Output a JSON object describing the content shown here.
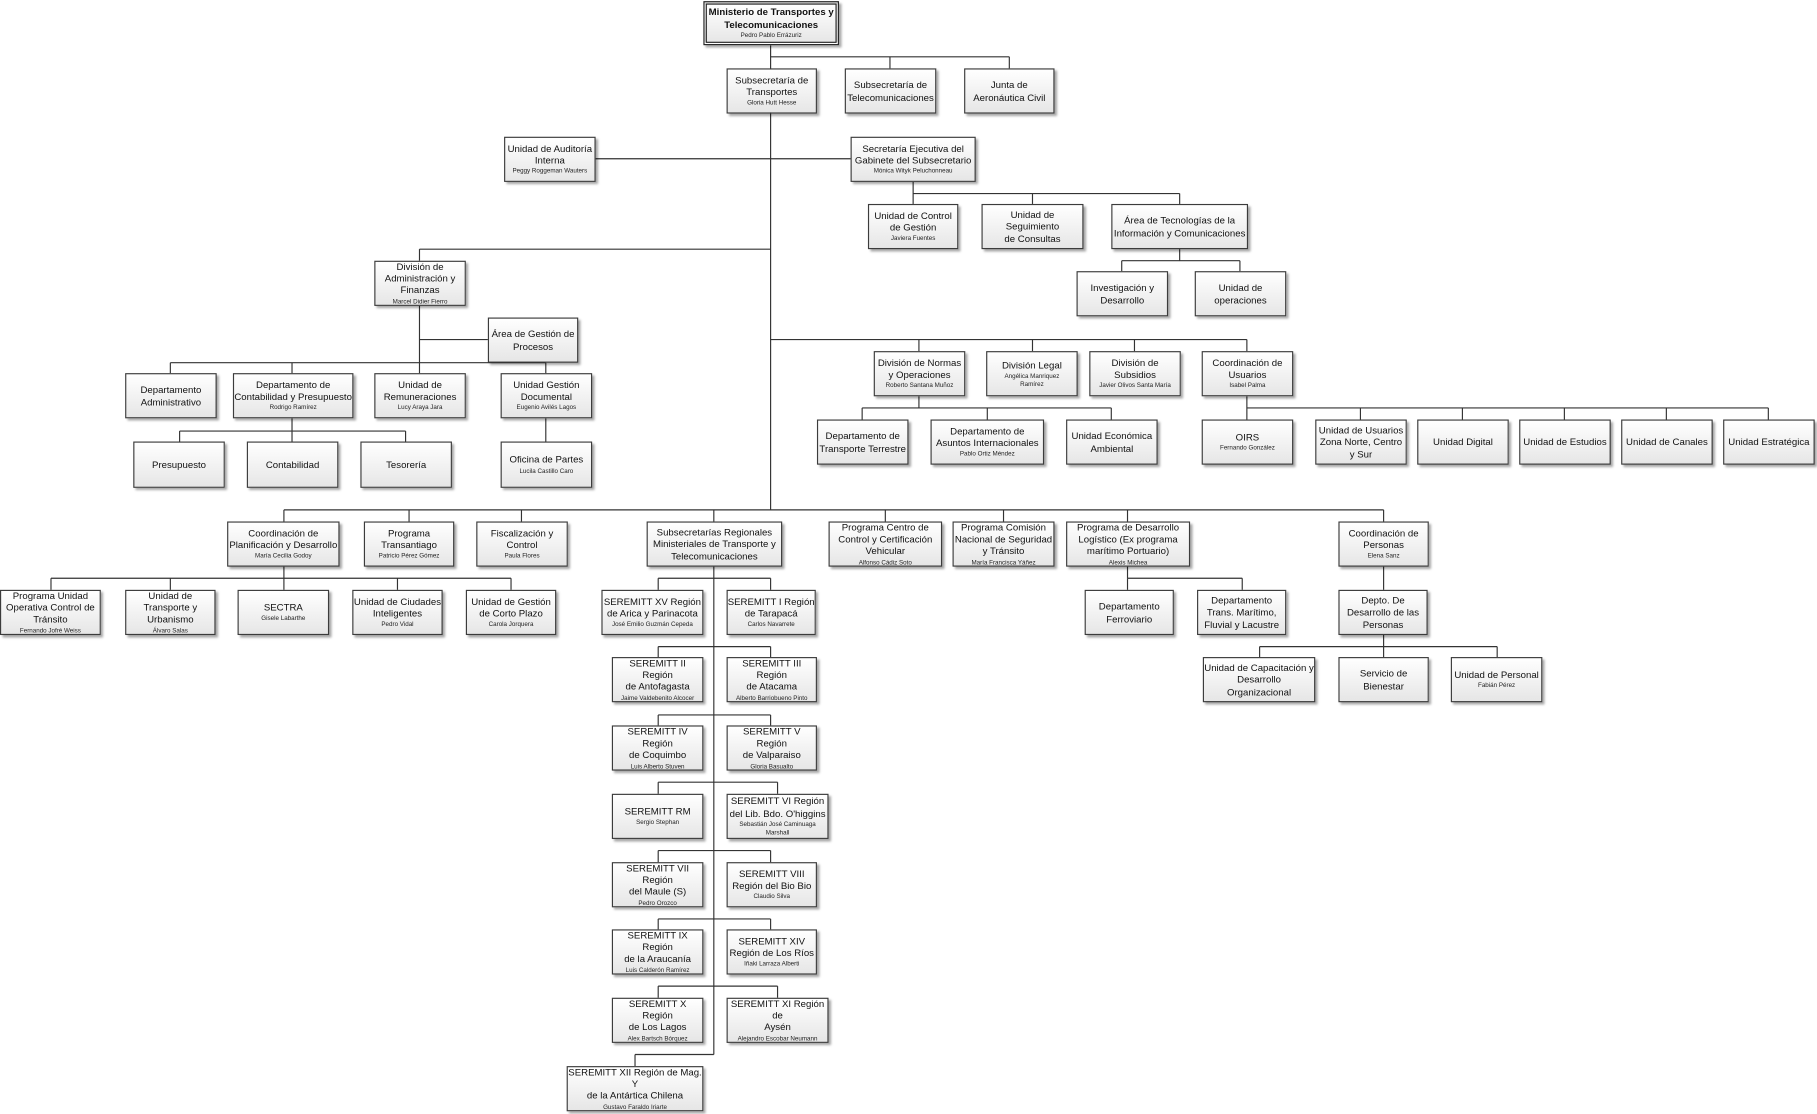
{
  "nodes": {
    "ministerio": {
      "title": "Ministerio de Transportes y\nTelecomunicaciones",
      "person": "Pedro Pablo Errázuriz"
    },
    "sub_transportes": {
      "title": "Subsecretaría de\nTransportes",
      "person": "Gloria Hutt Hesse"
    },
    "sub_telecom": {
      "title": "Subsecretaría de\nTelecomunicaciones"
    },
    "junta": {
      "title": "Junta de\nAeronáutica Civil"
    },
    "auditoria": {
      "title": "Unidad de Auditoría\nInterna",
      "person": "Peggy Roggeman Wauters"
    },
    "secretaria_ejec": {
      "title": "Secretaría Ejecutiva del\nGabinete del Subsecretario",
      "person": "Mónica Wityk Peluchonneau"
    },
    "control_gestion": {
      "title": "Unidad de Control\nde Gestión",
      "person": "Javiera Fuentes"
    },
    "seguimiento": {
      "title": "Unidad de Seguimiento\nde Consultas"
    },
    "area_tic": {
      "title": "Área de Tecnologías de la\nInformación y Comunicaciones"
    },
    "investigacion": {
      "title": "Investigación y\nDesarrollo"
    },
    "operaciones": {
      "title": "Unidad de\noperaciones"
    },
    "div_admin": {
      "title": "División de\nAdministración y\nFinanzas",
      "person": "Marcel Didier Fierro"
    },
    "area_procesos": {
      "title": "Área de Gestión de\nProcesos"
    },
    "depto_admin": {
      "title": "Departamento\nAdministrativo"
    },
    "depto_contab": {
      "title": "Departamento de\nContabilidad y Presupuesto",
      "person": "Rodrigo Ramírez"
    },
    "remuneraciones": {
      "title": "Unidad de\nRemuneraciones",
      "person": "Lucy Araya Jara"
    },
    "gestion_documental": {
      "title": "Unidad Gestión\nDocumental",
      "person": "Eugenio Avilés Lagos"
    },
    "presupuesto": {
      "title": "Presupuesto"
    },
    "contabilidad": {
      "title": "Contabilidad"
    },
    "tesoreria": {
      "title": "Tesorería"
    },
    "oficina_partes": {
      "title": "Oficina de Partes",
      "person": "Lucila Castillo Caro"
    },
    "div_normas": {
      "title": "División de Normas\ny Operaciones",
      "person": "Roberto Santana Muñoz"
    },
    "div_legal": {
      "title": "División Legal",
      "person": "Angélica Manriquez\nRamírez"
    },
    "div_subsidios": {
      "title": "División de\nSubsidios",
      "person": "Javier Olivos Santa María"
    },
    "coord_usuarios": {
      "title": "Coordinación de\nUsuarios",
      "person": "Isabel Palma"
    },
    "depto_terrestre": {
      "title": "Departamento de\nTransporte Terrestre"
    },
    "depto_asuntos": {
      "title": "Departamento de\nAsuntos Internacionales",
      "person": "Pablo Ortiz Méndez"
    },
    "unidad_eco": {
      "title": "Unidad Económica\nAmbiental"
    },
    "oirs": {
      "title": "OIRS",
      "person": "Fernando González"
    },
    "usuarios_zona": {
      "title": "Unidad de Usuarios\nZona Norte, Centro\ny Sur"
    },
    "unidad_digital": {
      "title": "Unidad Digital"
    },
    "unidad_estudios": {
      "title": "Unidad de Estudios"
    },
    "unidad_canales": {
      "title": "Unidad de Canales"
    },
    "unidad_estrategica": {
      "title": "Unidad Estratégica"
    },
    "coord_planif": {
      "title": "Coordinación de\nPlanificación y Desarrollo",
      "person": "María Cecilia Godoy"
    },
    "transantiago": {
      "title": "Programa\nTransantiago",
      "person": "Patricio Pérez Gómez"
    },
    "fiscalizacion": {
      "title": "Fiscalización y\nControl",
      "person": "Paula Flores"
    },
    "subsec_regionales": {
      "title": "Subsecretarías Regionales\nMinisteriales de Transporte y\nTelecomunicaciones"
    },
    "prog_centro": {
      "title": "Programa Centro de\nControl y Certificación\nVehicular",
      "person": "Alfonso Cádiz Soto"
    },
    "prog_conaset": {
      "title": "Programa Comisión\nNacional de Seguridad\ny Tránsito",
      "person": "María Francisca Yáñez"
    },
    "prog_logistico": {
      "title": "Programa de Desarrollo\nLogístico (Ex programa\nmarítimo Portuario)",
      "person": "Alexis Michea"
    },
    "coord_personas": {
      "title": "Coordinación de\nPersonas",
      "person": "Elena Sanz"
    },
    "unidad_operativa": {
      "title": "Programa Unidad\nOperativa Control de\nTránsito",
      "person": "Fernando Jofré Weiss"
    },
    "transporte_urbanismo": {
      "title": "Unidad de\nTransporte y\nUrbanismo",
      "person": "Álvaro Salas"
    },
    "sectra": {
      "title": "SECTRA",
      "person": "Gisele Labarthe"
    },
    "ciudades": {
      "title": "Unidad de Ciudades\nInteligentes",
      "person": "Pedro Vidal"
    },
    "corto_plazo": {
      "title": "Unidad de Gestión\nde Corto Plazo",
      "person": "Carola Jorquera"
    },
    "seremitt_xv": {
      "title": "SEREMITT XV Región\nde Arica y Parinacota",
      "person": "José Emilio Guzmán Cepeda"
    },
    "seremitt_i": {
      "title": "SEREMITT I Región\nde Tarapacá",
      "person": "Carlos Navarrete"
    },
    "seremitt_ii": {
      "title": "SEREMITT II Región\nde Antofagasta",
      "person": "Jaime Valdebenito Alcocer"
    },
    "seremitt_iii": {
      "title": "SEREMITT III Región\nde Atacama",
      "person": "Alberto Barriobueno Pinto"
    },
    "seremitt_iv": {
      "title": "SEREMITT IV Región\nde Coquimbo",
      "person": "Luis Alberto Stuven"
    },
    "seremitt_v": {
      "title": "SEREMITT V Región\nde Valparaiso",
      "person": "Gloria Basualto"
    },
    "seremitt_rm": {
      "title": "SEREMITT RM",
      "person": "Sergio Stephan"
    },
    "seremitt_vi": {
      "title": "SEREMITT VI Región\ndel Lib. Bdo. O'higgins",
      "person": "Sebastián José Caminuaga\nMarshall"
    },
    "seremitt_vii": {
      "title": "SEREMITT VII Región\ndel Maule (S)",
      "person": "Pedro Orozco"
    },
    "seremitt_viii": {
      "title": "SEREMITT VIII\nRegión del Bio Bio",
      "person": "Claudio Silva"
    },
    "seremitt_ix": {
      "title": "SEREMITT IX Región\nde la Araucanía",
      "person": "Luis Calderón Ramírez"
    },
    "seremitt_xiv": {
      "title": "SEREMITT XIV\nRegión de Los Ríos",
      "person": "Iñaki Larraza Alberti"
    },
    "seremitt_x": {
      "title": "SEREMITT X Región\nde Los Lagos",
      "person": "Alex Bartsch Bórquez"
    },
    "seremitt_xi": {
      "title": "SEREMITT XI Región de\nAysén",
      "person": "Alejandro Escobar Neumann"
    },
    "seremitt_xii": {
      "title": "SEREMITT XII Región de Mag. Y\nde la Antártica Chilena",
      "person": "Gustavo Faraldo Iriarte"
    },
    "ferroviario": {
      "title": "Departamento\nFerroviario"
    },
    "maritimo": {
      "title": "Departamento\nTrans. Marítimo,\nFluvial y Lacustre"
    },
    "depto_personas": {
      "title": "Depto. De\nDesarrollo de las\nPersonas"
    },
    "capacitacion": {
      "title": "Unidad de Capacitación y\nDesarrollo Organizacional"
    },
    "bienestar": {
      "title": "Servicio de\nBienestar"
    },
    "unidad_personal": {
      "title": "Unidad de Personal",
      "person": "Fabián Pérez"
    }
  },
  "colors": {
    "line": "#333333",
    "border": "#3c3c3c"
  }
}
